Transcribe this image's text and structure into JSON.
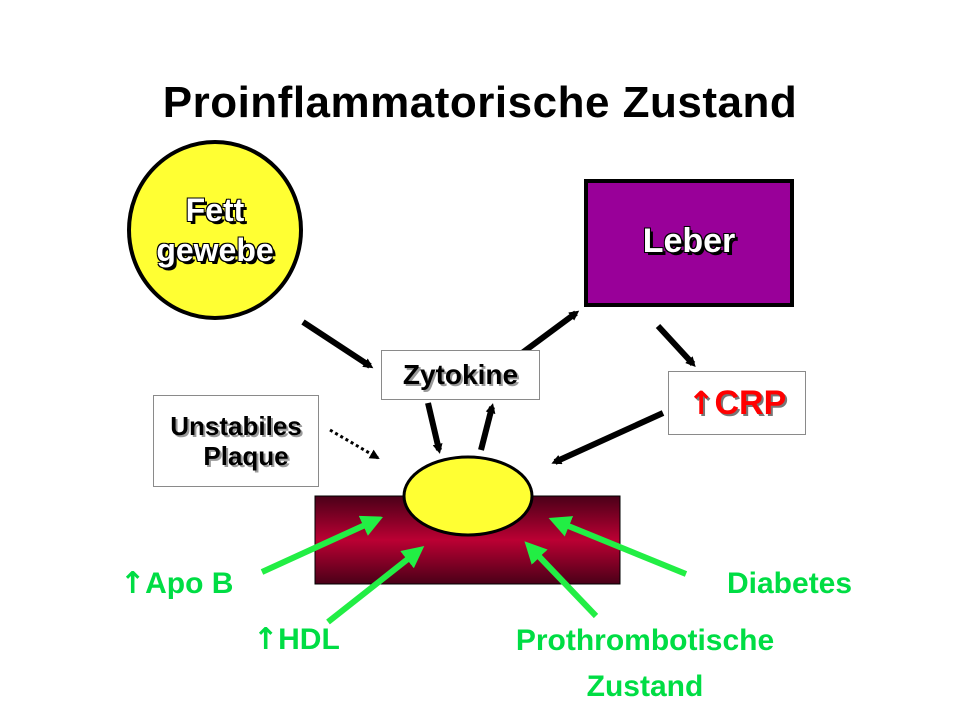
{
  "title": "Proinflammatorische Zustand",
  "fett": {
    "line1": "Fett",
    "line2": "gewebe"
  },
  "leber": {
    "label": "Leber"
  },
  "zytokine": {
    "label": "Zytokine"
  },
  "crp": {
    "arrow": "↑",
    "label": "CRP"
  },
  "plaque": {
    "line1": "Unstabiles",
    "line2": "Plaque"
  },
  "factors": {
    "apob": {
      "arrow": "↑",
      "label": "Apo B"
    },
    "hdl": {
      "arrow": "↑",
      "label": "HDL"
    },
    "prothrombotic": {
      "line1": "Prothrombotische",
      "line2": "Zustand"
    },
    "diabetes": {
      "label": "Diabetes"
    }
  },
  "colors": {
    "fat": "#ffff33",
    "liver": "#990099",
    "vessel_dark": "#550022",
    "vessel_mid": "#bb0033",
    "plaque": "#ffff33",
    "crp_text": "#ff0000",
    "risk_arrows": "#22ee44"
  }
}
